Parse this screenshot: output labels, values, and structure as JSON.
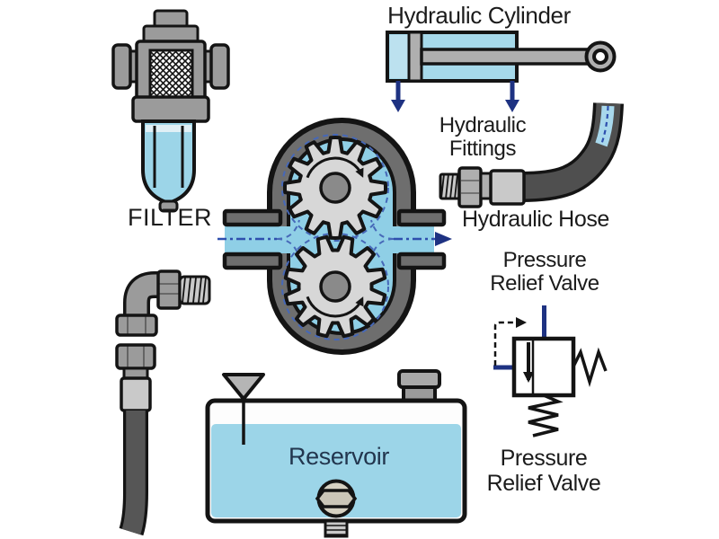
{
  "labels": {
    "filter": "FILTER",
    "cylinder": "Hydraulic Cylinder",
    "fittings_line1": "Hydraulic",
    "fittings_line2": "Fittings",
    "hose": "Hydraulic Hose",
    "prv_line1": "Pressure",
    "prv_line2": "Relief Valve",
    "prv2_line1": "Pressure",
    "prv2_line2": "Relief Valve",
    "reservoir": "Reservoir"
  },
  "colors": {
    "fluid": "#9CD5E8",
    "pump_fluid": "#8FCFE6",
    "cylinder_fluid": "#A6D9EA",
    "metal": "#9B9B9B",
    "metal_light": "#C9C9C9",
    "housing": "#6E6E6E",
    "gear": "#D7D7D7",
    "gear_hub": "#8A8A8A",
    "hose": "#4F4F4F",
    "outline": "#141414",
    "flow_line": "#2E4FAE",
    "arrow_navy": "#1E3282",
    "label_text": "#1B1B1B",
    "reservoir_text": "#22364E"
  },
  "icons": {
    "rotation_arrow": "clockwise-arc-arrow",
    "flow_arrow": "dashed-flow-arrow",
    "spring": "zigzag-spring",
    "breather": "funnel"
  }
}
